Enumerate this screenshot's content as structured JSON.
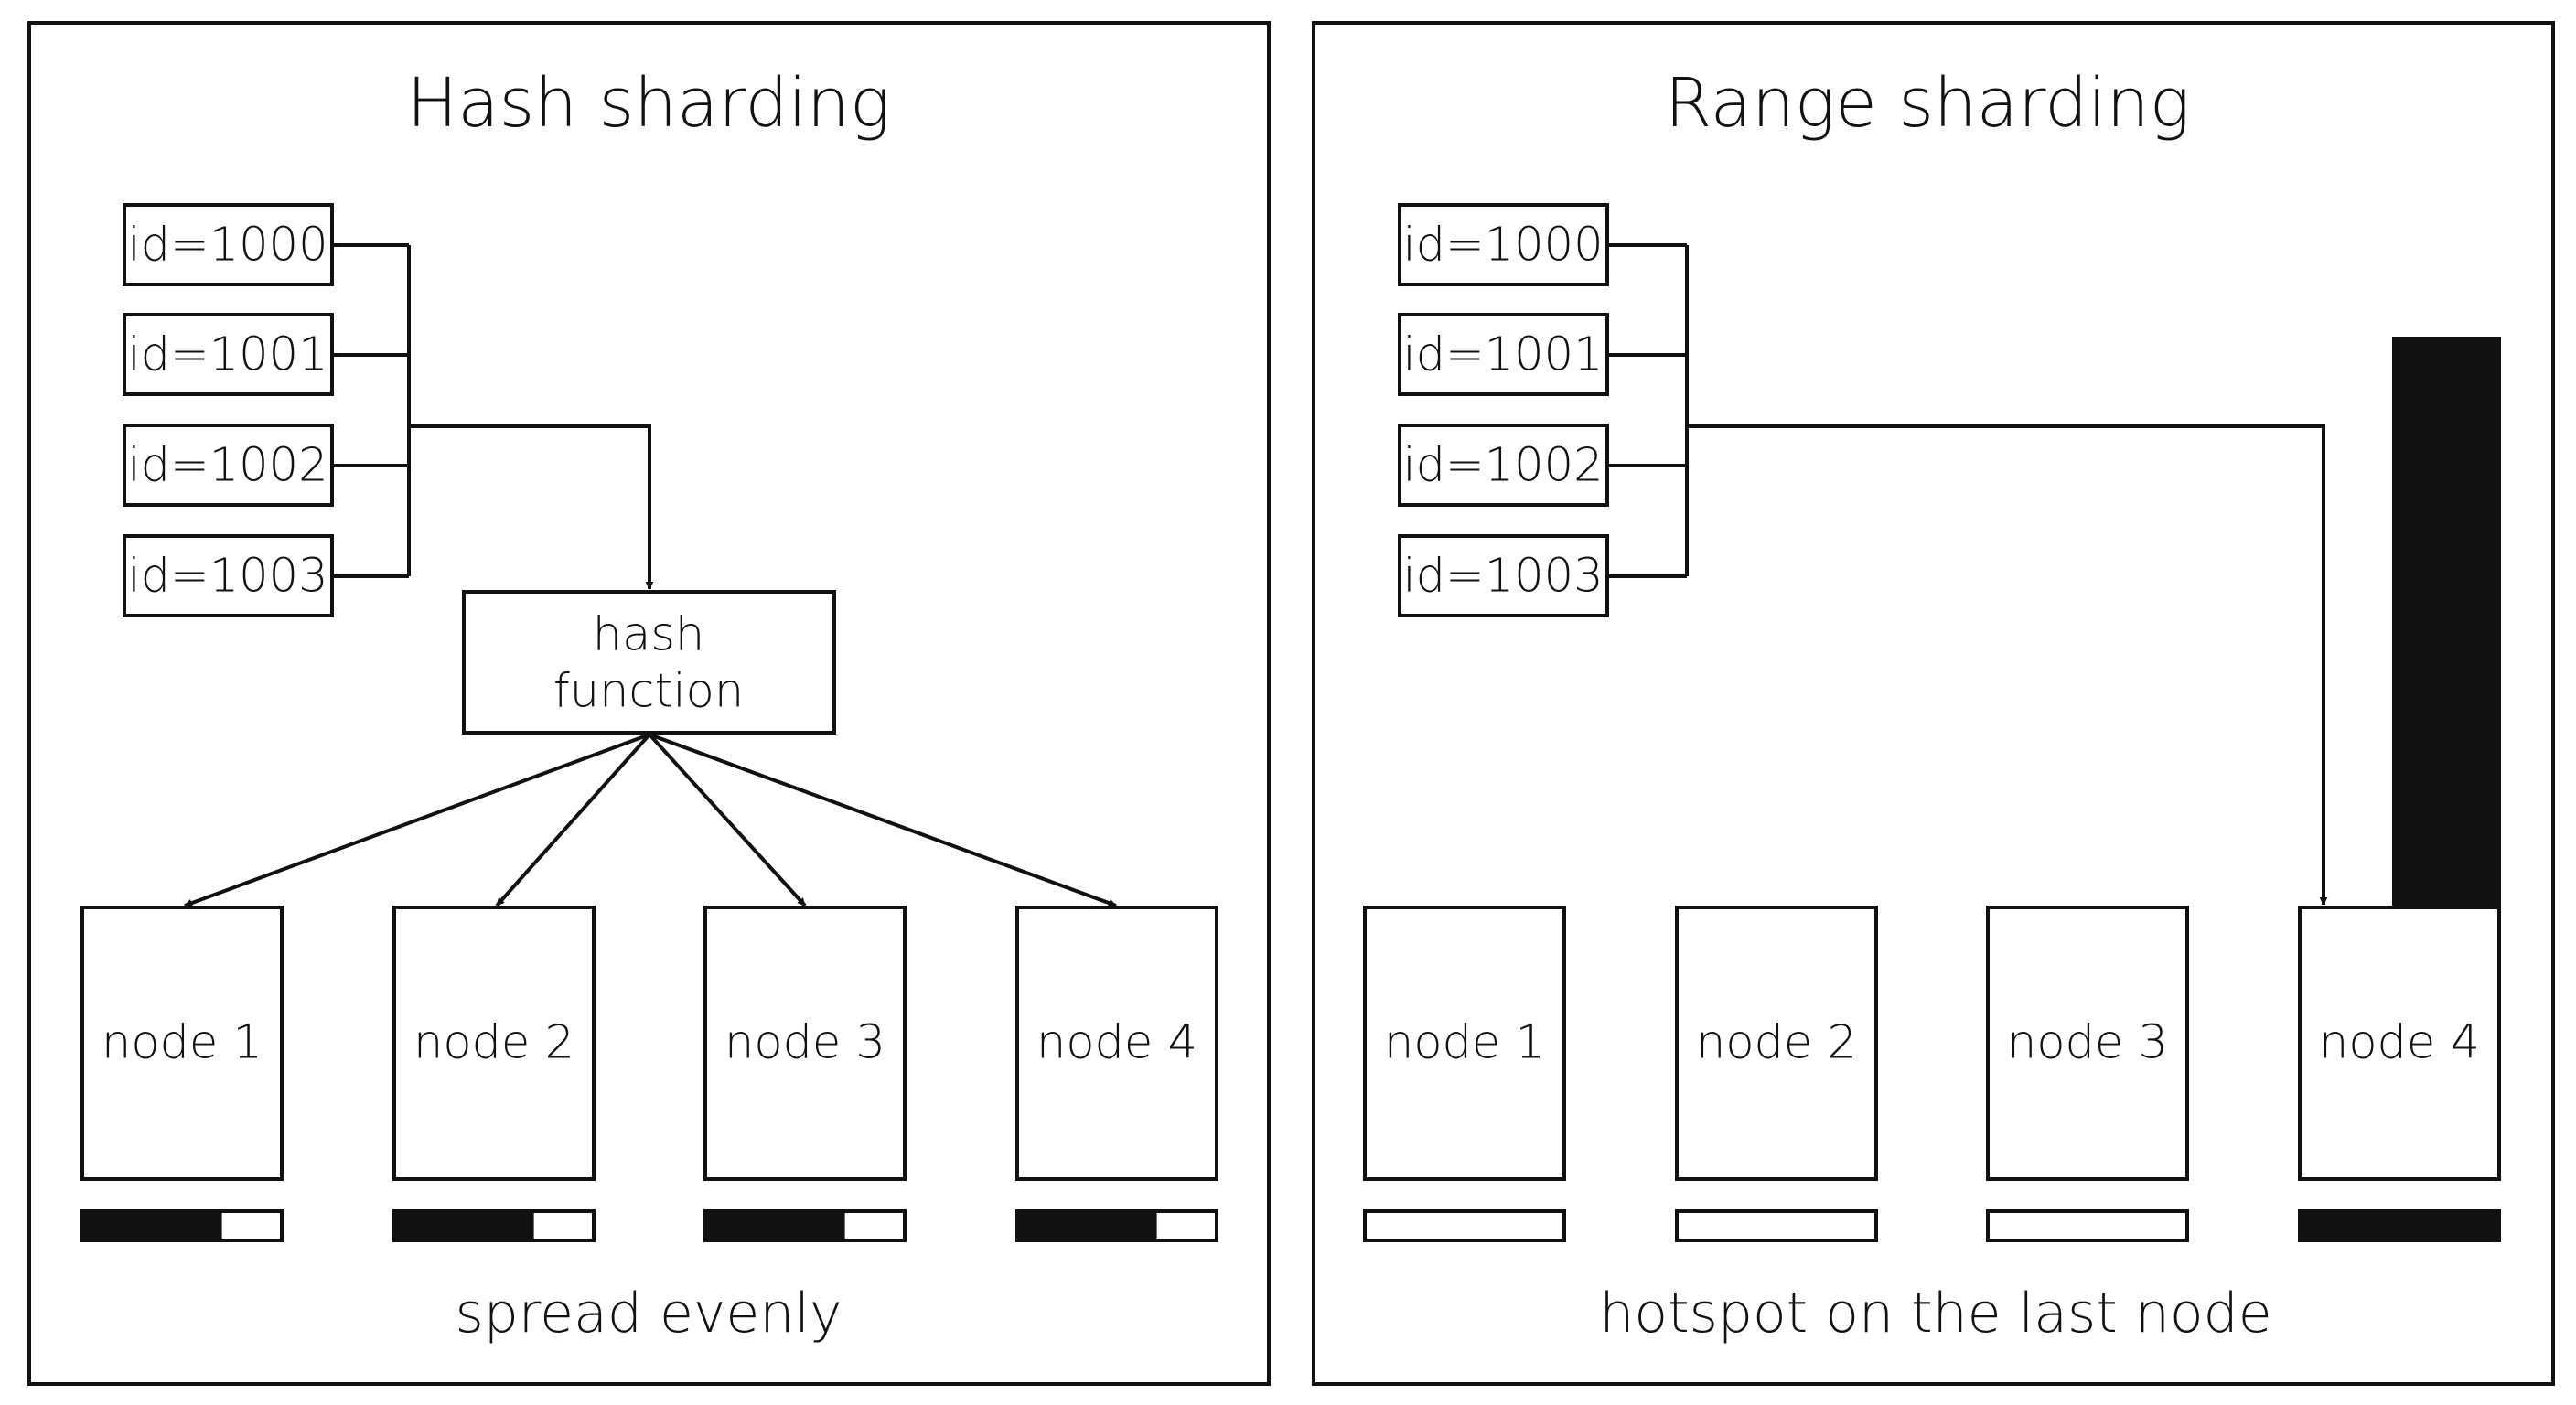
{
  "colors": {
    "ink": "#111111",
    "paper": "#ffffff"
  },
  "left_panel": {
    "title": "Hash sharding",
    "ids": [
      "id=1000",
      "id=1001",
      "id=1002",
      "id=1003"
    ],
    "hash_box": {
      "line1": "hash",
      "line2": "function"
    },
    "nodes": [
      "node 1",
      "node 2",
      "node 3",
      "node 4"
    ],
    "node_load_fraction": [
      0.7,
      0.7,
      0.7,
      0.7
    ],
    "caption": "spread evenly"
  },
  "right_panel": {
    "title": "Range sharding",
    "ids": [
      "id=1000",
      "id=1001",
      "id=1002",
      "id=1003"
    ],
    "nodes": [
      "node 1",
      "node 2",
      "node 3",
      "node 4"
    ],
    "node_load_fraction": [
      0,
      0,
      0,
      1
    ],
    "hotspot_node_index": 3,
    "caption": "hotspot on the last node"
  }
}
